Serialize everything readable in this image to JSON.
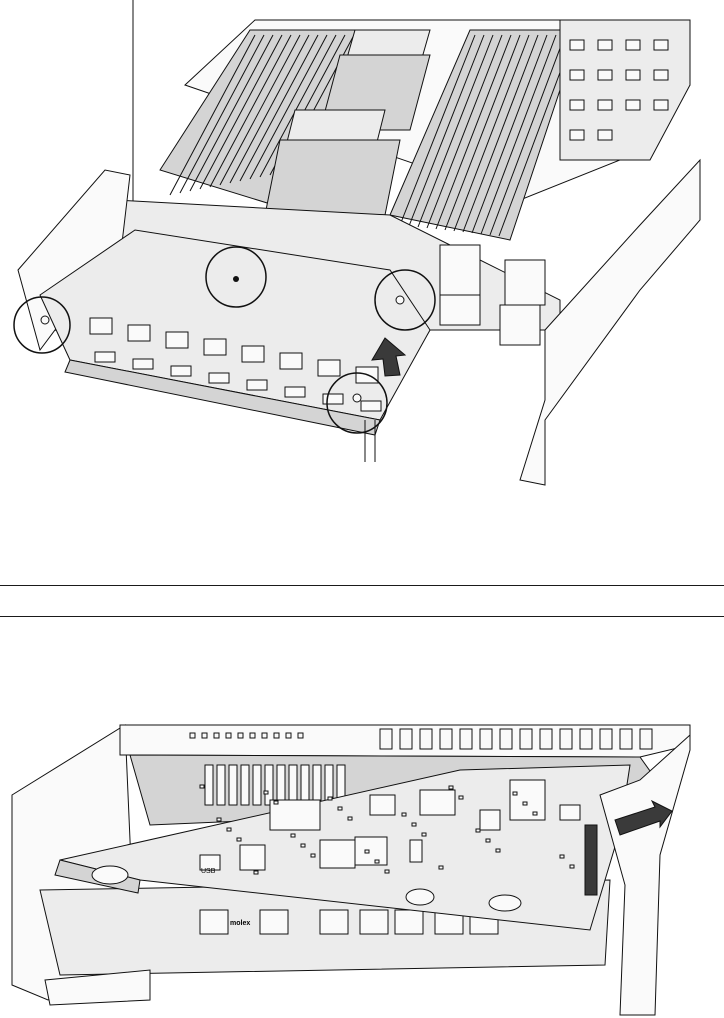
{
  "figures": [
    {
      "id": "figure-top",
      "description_visible_text": "",
      "callouts": [
        "circle-left-standoff",
        "circle-center-standoff",
        "circle-right-standoff",
        "circle-front-standoff"
      ],
      "arrow": "up-arrow"
    },
    {
      "id": "figure-bottom",
      "board_text": [
        "USB",
        "molex"
      ],
      "arrow": "right-arrow"
    }
  ],
  "labels": {
    "molex": "molex",
    "usb": "USB"
  },
  "colors": {
    "line": "#111111",
    "board": "#ececec",
    "shadow": "#d4d4d4",
    "arrow": "#3a3a3a"
  }
}
